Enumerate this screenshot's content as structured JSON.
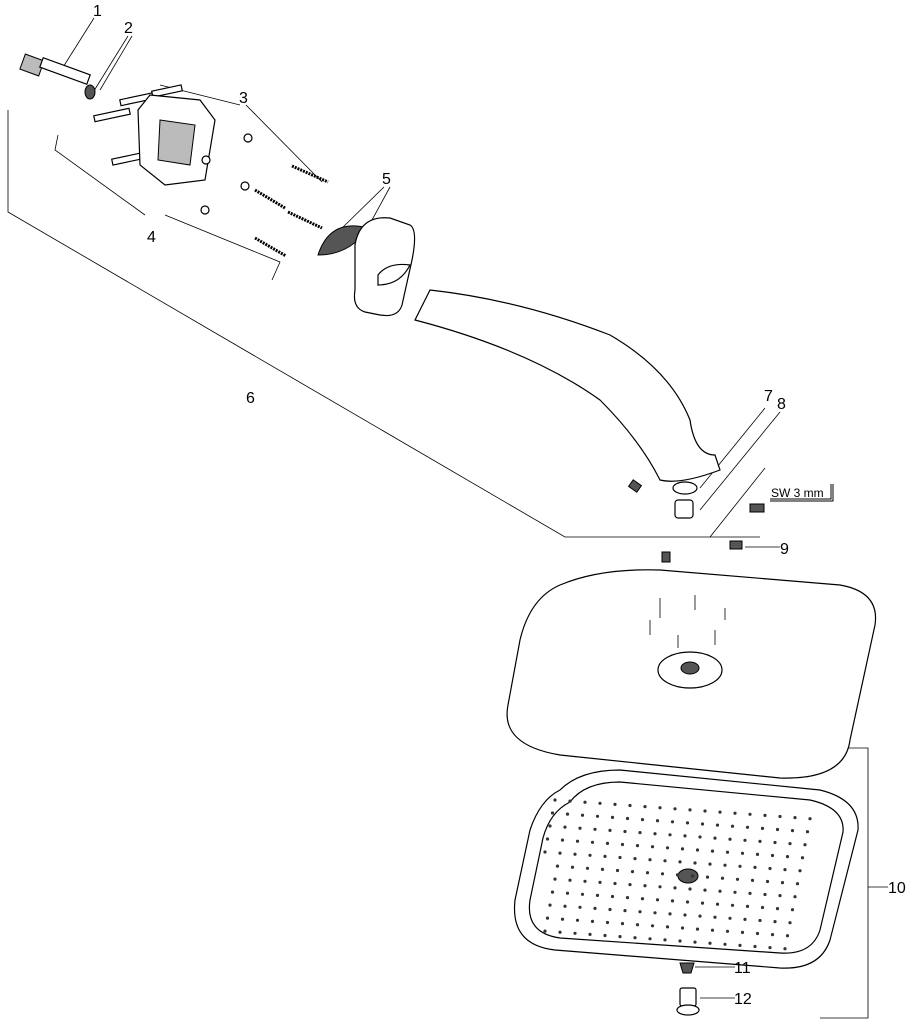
{
  "diagram": {
    "part_labels": {
      "p1": "1",
      "p2": "2",
      "p3": "3",
      "p4": "4",
      "p5": "5",
      "p6": "6",
      "p7": "7",
      "p8": "8",
      "p9": "9",
      "p10": "10",
      "p11": "11",
      "p12": "12"
    },
    "tool_label": "SW 3 mm"
  }
}
